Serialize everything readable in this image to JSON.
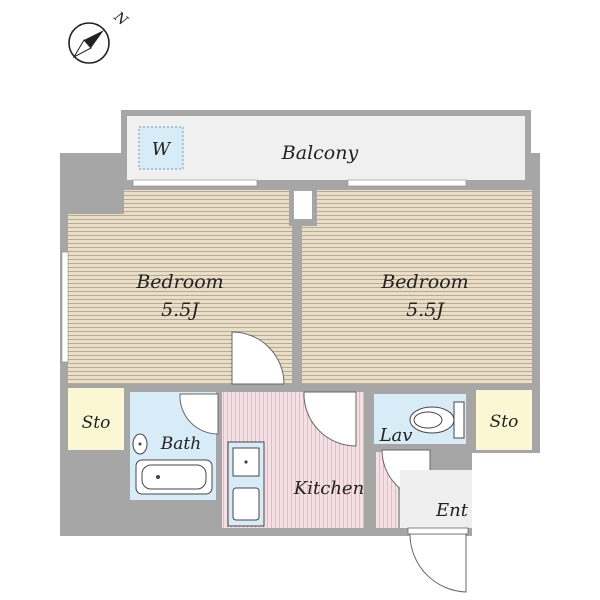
{
  "compass": {
    "north_label": "N"
  },
  "rooms": {
    "balcony": {
      "label": "Balcony"
    },
    "washer": {
      "label": "W"
    },
    "bedroom_left": {
      "label": "Bedroom",
      "size": "5.5J"
    },
    "bedroom_right": {
      "label": "Bedroom",
      "size": "5.5J"
    },
    "storage_left": {
      "label": "Sto"
    },
    "storage_right": {
      "label": "Sto"
    },
    "bath": {
      "label": "Bath"
    },
    "kitchen": {
      "label": "Kitchen"
    },
    "lavatory": {
      "label": "Lav"
    },
    "entrance": {
      "label": "Ent"
    }
  },
  "colors": {
    "wall": "#a6a6a6",
    "bedroom_floor": "#e9dfc9",
    "bedroom_stripe": "#b7aa90",
    "kitchen_floor": "#f6dfe5",
    "kitchen_stripe": "#e9b7c4",
    "wet_area": "#d7ecf6",
    "storage": "#fbf7d2",
    "balcony": "#f0f0f0",
    "entrance": "#efefef"
  }
}
